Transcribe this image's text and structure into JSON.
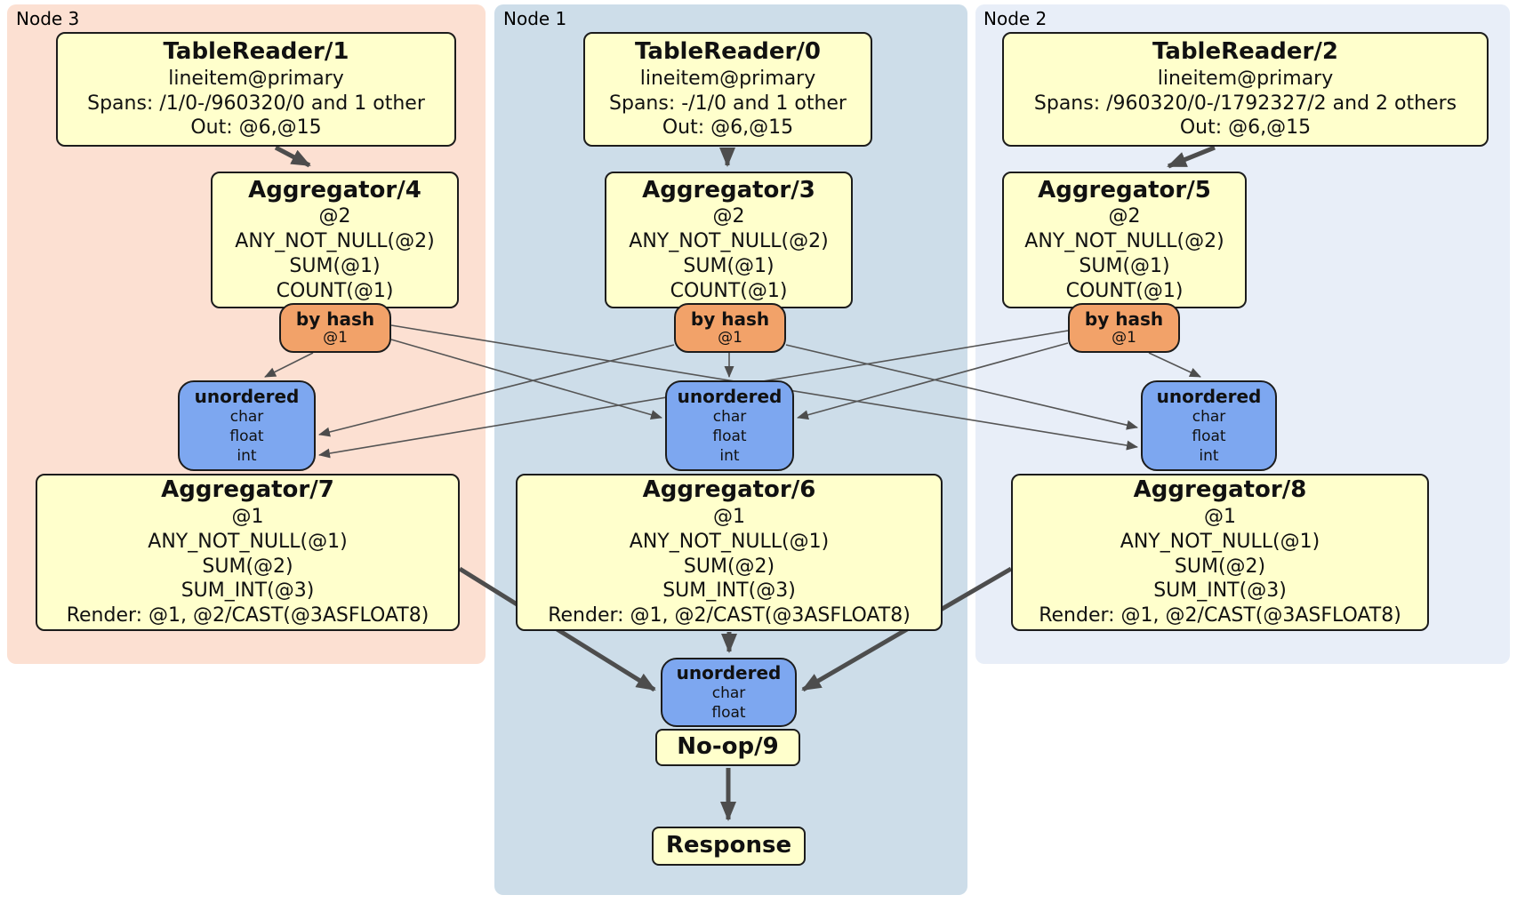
{
  "nodes": [
    {
      "label": "Node 3",
      "table_reader": {
        "title": "TableReader/1",
        "lines": [
          "lineitem@primary",
          "Spans: /1/0-/960320/0 and 1 other",
          "Out: @6,@15"
        ]
      },
      "aggregator_top": {
        "title": "Aggregator/4",
        "lines": [
          "@2",
          "ANY_NOT_NULL(@2)",
          "SUM(@1)",
          "COUNT(@1)"
        ]
      },
      "router": {
        "title": "by hash",
        "lines": [
          "@1"
        ]
      },
      "sync": {
        "title": "unordered",
        "lines": [
          "char",
          "float",
          "int"
        ]
      },
      "aggregator_bottom": {
        "title": "Aggregator/7",
        "lines": [
          "@1",
          "ANY_NOT_NULL(@1)",
          "SUM(@2)",
          "SUM_INT(@3)",
          "Render: @1, @2/CAST(@3ASFLOAT8)"
        ]
      }
    },
    {
      "label": "Node 1",
      "table_reader": {
        "title": "TableReader/0",
        "lines": [
          "lineitem@primary",
          "Spans: -/1/0 and 1 other",
          "Out: @6,@15"
        ]
      },
      "aggregator_top": {
        "title": "Aggregator/3",
        "lines": [
          "@2",
          "ANY_NOT_NULL(@2)",
          "SUM(@1)",
          "COUNT(@1)"
        ]
      },
      "router": {
        "title": "by hash",
        "lines": [
          "@1"
        ]
      },
      "sync": {
        "title": "unordered",
        "lines": [
          "char",
          "float",
          "int"
        ]
      },
      "aggregator_bottom": {
        "title": "Aggregator/6",
        "lines": [
          "@1",
          "ANY_NOT_NULL(@1)",
          "SUM(@2)",
          "SUM_INT(@3)",
          "Render: @1, @2/CAST(@3ASFLOAT8)"
        ]
      }
    },
    {
      "label": "Node 2",
      "table_reader": {
        "title": "TableReader/2",
        "lines": [
          "lineitem@primary",
          "Spans: /960320/0-/1792327/2 and 2 others",
          "Out: @6,@15"
        ]
      },
      "aggregator_top": {
        "title": "Aggregator/5",
        "lines": [
          "@2",
          "ANY_NOT_NULL(@2)",
          "SUM(@1)",
          "COUNT(@1)"
        ]
      },
      "router": {
        "title": "by hash",
        "lines": [
          "@1"
        ]
      },
      "sync": {
        "title": "unordered",
        "lines": [
          "char",
          "float",
          "int"
        ]
      },
      "aggregator_bottom": {
        "title": "Aggregator/8",
        "lines": [
          "@1",
          "ANY_NOT_NULL(@1)",
          "SUM(@2)",
          "SUM_INT(@3)",
          "Render: @1, @2/CAST(@3ASFLOAT8)"
        ]
      }
    }
  ],
  "final": {
    "sync": {
      "title": "unordered",
      "lines": [
        "char",
        "float"
      ]
    },
    "noop": {
      "title": "No-op/9"
    },
    "response": {
      "title": "Response"
    }
  },
  "colors": {
    "node3_bg": "#fce0d2",
    "node1_bg": "#cddde9",
    "node2_bg": "#e8eef8",
    "processor_bg": "#ffffcc",
    "router_bg": "#f2a269",
    "sync_bg": "#7da7f0",
    "border": "#1c1c1c",
    "edge": "#4d4d4d"
  }
}
